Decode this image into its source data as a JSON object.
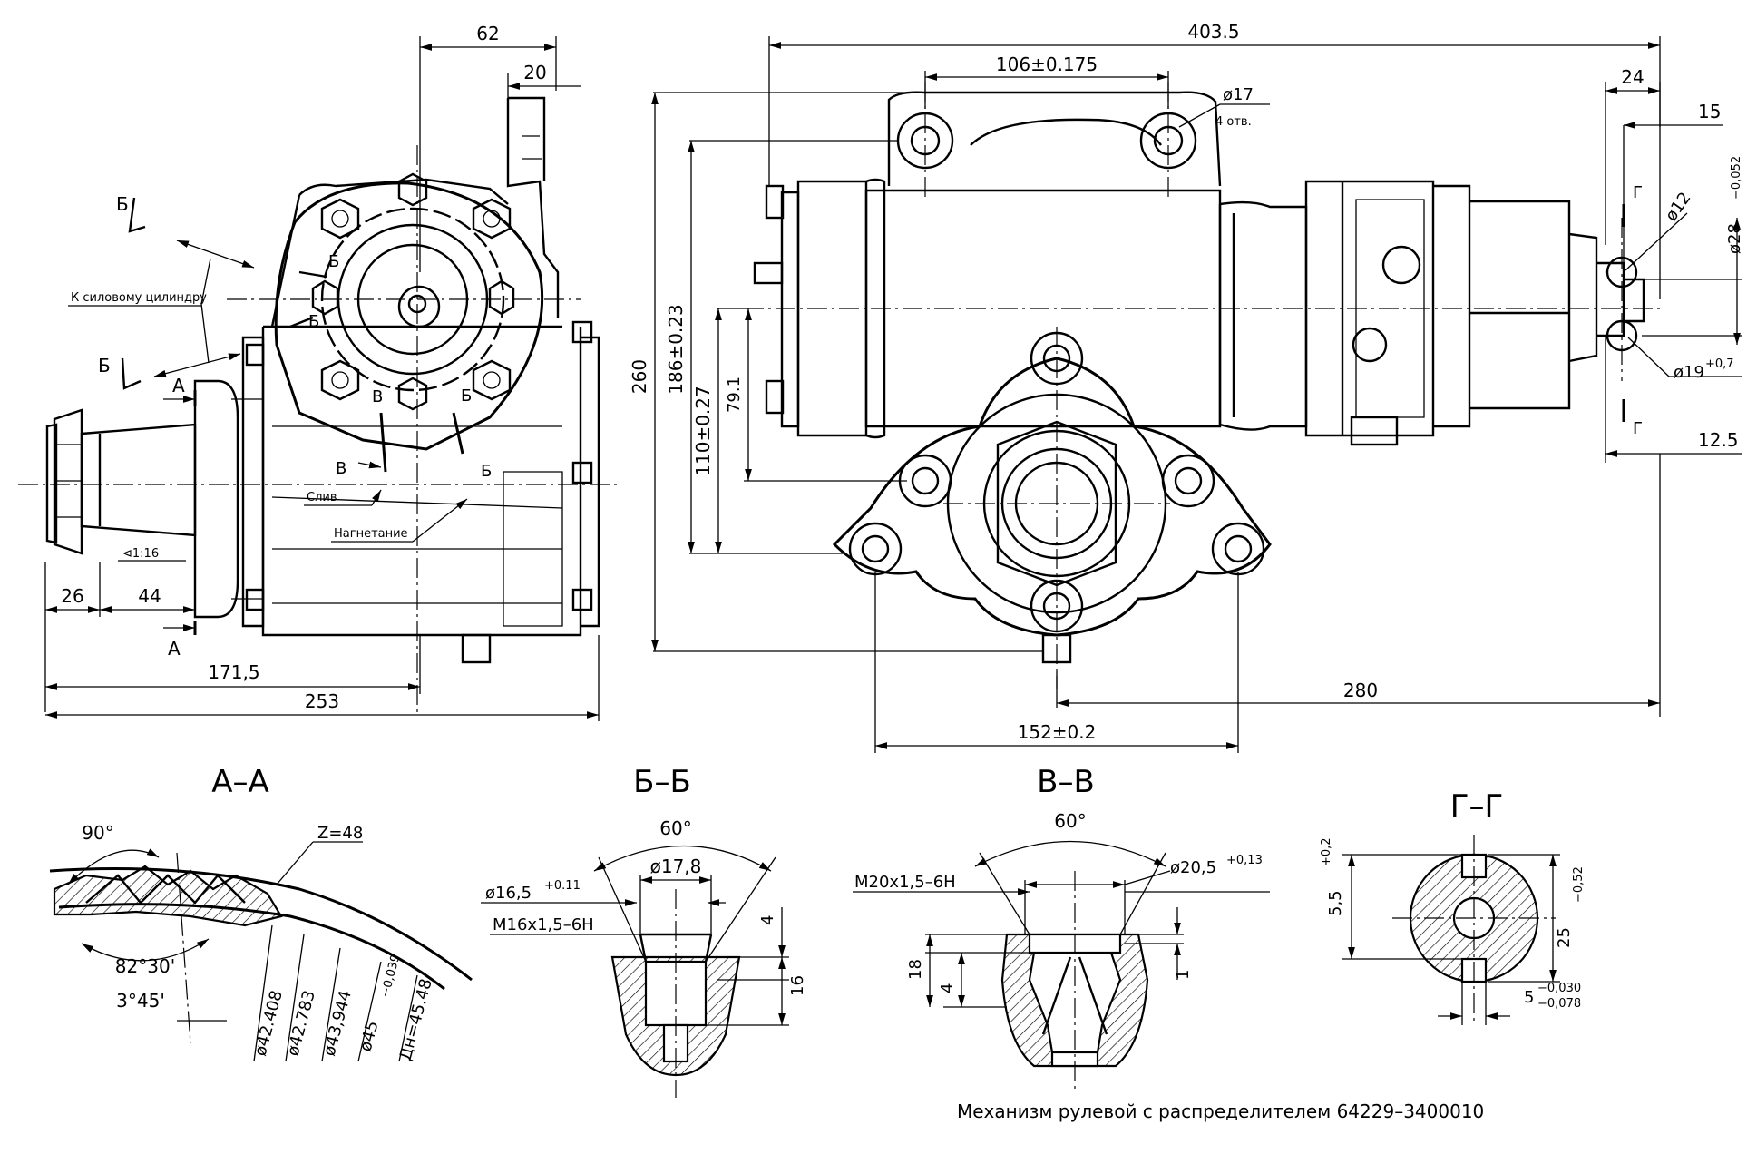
{
  "dims": {
    "d62": "62",
    "d20": "20",
    "d403": "403.5",
    "d106": "106±0.175",
    "d17": "ø17",
    "holes": "4 отв.",
    "d24": "24",
    "d15": "15",
    "d12": "ø12",
    "d28": "ø28",
    "d28tol": "−0,052",
    "d19": "ø19",
    "d19tol": "+0,7",
    "d125": "12.5",
    "d260": "260",
    "d186": "186±0.23",
    "d110": "110±0.27",
    "d791": "79.1",
    "d280": "280",
    "d152": "152±0.2",
    "d26": "26",
    "d44": "44",
    "d1715": "171,5",
    "d253": "253",
    "taper": "⊲1:16"
  },
  "labels": {
    "cyl": "К силовому цилиндру",
    "drain": "Слив",
    "press": "Нагнетание",
    "A": "А",
    "B_cyr": "Б",
    "V": "В",
    "G": "Г"
  },
  "sections": {
    "aa": "А–А",
    "bb": "Б–Б",
    "vv": "В–В",
    "gg": "Г–Г"
  },
  "aa": {
    "a90": "90°",
    "z48": "Z=48",
    "a8230": "82°30'",
    "a345": "3°45'",
    "d1": "ø42.408",
    "d2": "ø42.783",
    "d3": "ø43,944",
    "d4": "ø45",
    "d4tol": "−0,039",
    "d5": "Дн=45.48"
  },
  "bb": {
    "a60": "60°",
    "d178": "ø17,8",
    "d165": "ø16,5",
    "d165tol": "+0.11",
    "m16": "M16x1,5–6H",
    "d4": "4",
    "d16": "16"
  },
  "vv": {
    "a60": "60°",
    "d205": "ø20,5",
    "d205tol": "+0,13",
    "m20": "M20x1,5–6H",
    "d18": "18",
    "d4": "4",
    "d1": "1"
  },
  "gg": {
    "d55": "5,5",
    "d55tol": "+0,2",
    "d25": "25",
    "d25tol": "−0,52",
    "d5": "5",
    "d5tol1": "−0,030",
    "d5tol2": "−0,078"
  },
  "caption": "Механизм рулевой с распределителем 64229–3400010"
}
